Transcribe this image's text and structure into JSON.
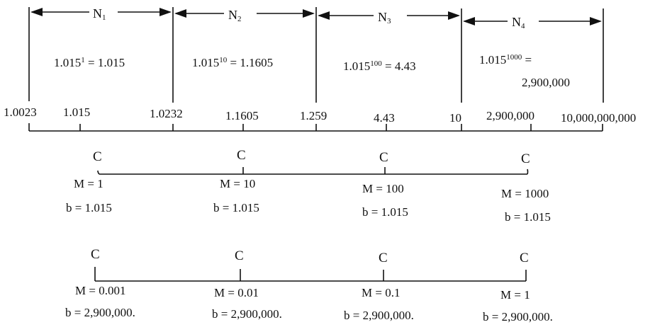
{
  "segments": [
    {
      "name": "N",
      "index": "1"
    },
    {
      "name": "N",
      "index": "2"
    },
    {
      "name": "N",
      "index": "3"
    },
    {
      "name": "N",
      "index": "4"
    }
  ],
  "formulas": [
    {
      "base": "1.015",
      "exp": "1",
      "rest": " = 1.015"
    },
    {
      "base": "1.015",
      "exp": "10",
      "rest": " = 1.1605"
    },
    {
      "base": "1.015",
      "exp": "100",
      "rest": " = 4.43"
    },
    {
      "base": "1.015",
      "exp": "1000",
      "rest": " =",
      "line2": "2,900,000"
    }
  ],
  "scale": {
    "ticks": [
      "1.0023",
      "1.015",
      "1.0232",
      "1.1605",
      "1.259",
      "4.43",
      "10",
      "2,900,000",
      "10,000,000,000"
    ]
  },
  "characteristic_rows": [
    {
      "entries": [
        {
          "c": "C",
          "m": "M = 1",
          "b": "b = 1.015"
        },
        {
          "c": "C",
          "m": "M = 10",
          "b": "b = 1.015"
        },
        {
          "c": "C",
          "m": "M = 100",
          "b": "b = 1.015"
        },
        {
          "c": "C",
          "m": "M = 1000",
          "b": "b = 1.015"
        }
      ]
    },
    {
      "entries": [
        {
          "c": "C",
          "m": "M = 0.001",
          "b": "b = 2,900,000."
        },
        {
          "c": "C",
          "m": "M = 0.01",
          "b": "b = 2,900,000."
        },
        {
          "c": "C",
          "m": "M = 0.1",
          "b": "b = 2,900,000."
        },
        {
          "c": "C",
          "m": "M = 1",
          "b": "b = 2,900,000."
        }
      ]
    }
  ]
}
